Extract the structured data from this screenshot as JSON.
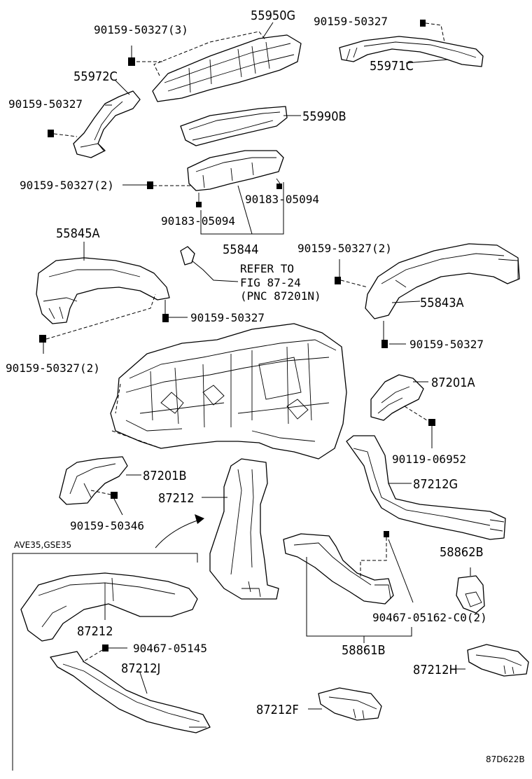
{
  "labels": {
    "p55950G": "55950G",
    "p90159_50327_3": "90159-50327(3)",
    "p90159_50327_top": "90159-50327",
    "p55971C": "55971C",
    "p55972C": "55972C",
    "p90159_50327_left": "90159-50327",
    "p55990B": "55990B",
    "p90159_50327_2_mid": "90159-50327(2)",
    "p90183_05094_right": "90183-05094",
    "p90183_05094_left": "90183-05094",
    "p55844": "55844",
    "p55845A": "55845A",
    "refer_line1": "REFER TO",
    "refer_line2": "FIG 87-24",
    "refer_line3": "(PNC 87201N)",
    "p90159_50327_2_right": "90159-50327(2)",
    "p55843A": "55843A",
    "p90159_50327_center": "90159-50327",
    "p90159_50327_right_low": "90159-50327",
    "p90159_50327_2_left": "90159-50327(2)",
    "p87201A": "87201A",
    "p90119_06952": "90119-06952",
    "p87201B": "87201B",
    "p87212G": "87212G",
    "p87212_mid": "87212",
    "p90159_50346": "90159-50346",
    "variant_box": "AVE35,GSE35",
    "p58862B": "58862B",
    "p87212_box": "87212",
    "p90467_05162": "90467-05162-C0(2)",
    "p90467_05145": "90467-05145",
    "p87212J": "87212J",
    "p58861B": "58861B",
    "p87212H": "87212H",
    "p87212F": "87212F",
    "figure_code": "87D622B"
  }
}
